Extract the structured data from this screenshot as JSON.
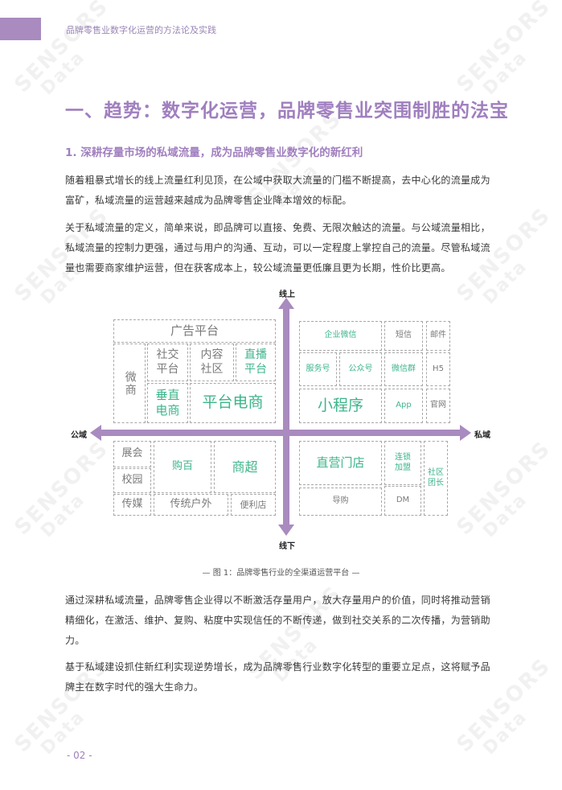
{
  "header": {
    "title": "品牌零售业数字化运营的方法论及实践",
    "accent_color": "#a98bbf"
  },
  "section": {
    "heading": "一、趋势：数字化运营，品牌零售业突围制胜的法宝",
    "subheading": "1. 深耕存量市场的私域流量，成为品牌零售业数字化的新红利"
  },
  "paragraphs": [
    "随着粗暴式增长的线上流量红利见顶，在公域中获取大流量的门槛不断提高，去中心化的流量成为富矿，私域流量的运营越来越成为品牌零售企业降本增效的标配。",
    "关于私域流量的定义，简单来说，即品牌可以直接、免费、无限次触达的流量。与公域流量相比，私域流量的控制力更强，通过与用户的沟通、互动，可以一定程度上掌控自己的流量。尽管私域流量也需要商家维护运营，但在获客成本上，较公域流量更低廉且更为长期，性价比更高。",
    "通过深耕私域流量，品牌零售企业得以不断激活存量用户，放大存量用户的价值，同时将推动营销精细化，在激活、维护、复购、粘度中实现信任的不断传递，做到社交关系的二次传播，为营销助力。",
    "基于私域建设抓住新红利实现逆势增长，成为品牌零售行业数字化转型的重要立足点，这将赋予品牌主在数字时代的强大生命力。"
  ],
  "diagram": {
    "axes": {
      "top": "线上",
      "bottom": "线下",
      "left": "公域",
      "right": "私域",
      "color": "#a98bbf"
    },
    "quadrants": {
      "online_public": {
        "ad_platform": "广告平台",
        "wechat_business": "微商",
        "social_platform": "社交平台",
        "content_community": "内容社区",
        "live_platform": "直播平台",
        "vertical_ecommerce": "垂直电商",
        "platform_ecommerce": "平台电商"
      },
      "online_private": {
        "wecom": "企业微信",
        "sms": "短信",
        "email": "邮件",
        "service_account": "服务号",
        "official_account": "公众号",
        "wechat_group": "微信群",
        "h5": "H5",
        "mini_program": "小程序",
        "app": "App",
        "official_site": "官网"
      },
      "offline_public": {
        "exhibition": "展会",
        "campus": "校园",
        "department_store": "购百",
        "supermarket": "商超",
        "media": "传媒",
        "outdoor": "传统户外",
        "convenience_store": "便利店"
      },
      "offline_private": {
        "direct_store": "直营门店",
        "franchise": "连锁加盟",
        "community_leader": "社区团长",
        "shopping_guide": "导购",
        "dm": "DM"
      }
    },
    "highlight_color": "#3db58a",
    "caption": "— 图 1：品牌零售行业的全渠道运营平台 —"
  },
  "footer": {
    "page_number": "- 02 -"
  },
  "watermark": {
    "line1": "SENSORS",
    "line2": "Data"
  }
}
